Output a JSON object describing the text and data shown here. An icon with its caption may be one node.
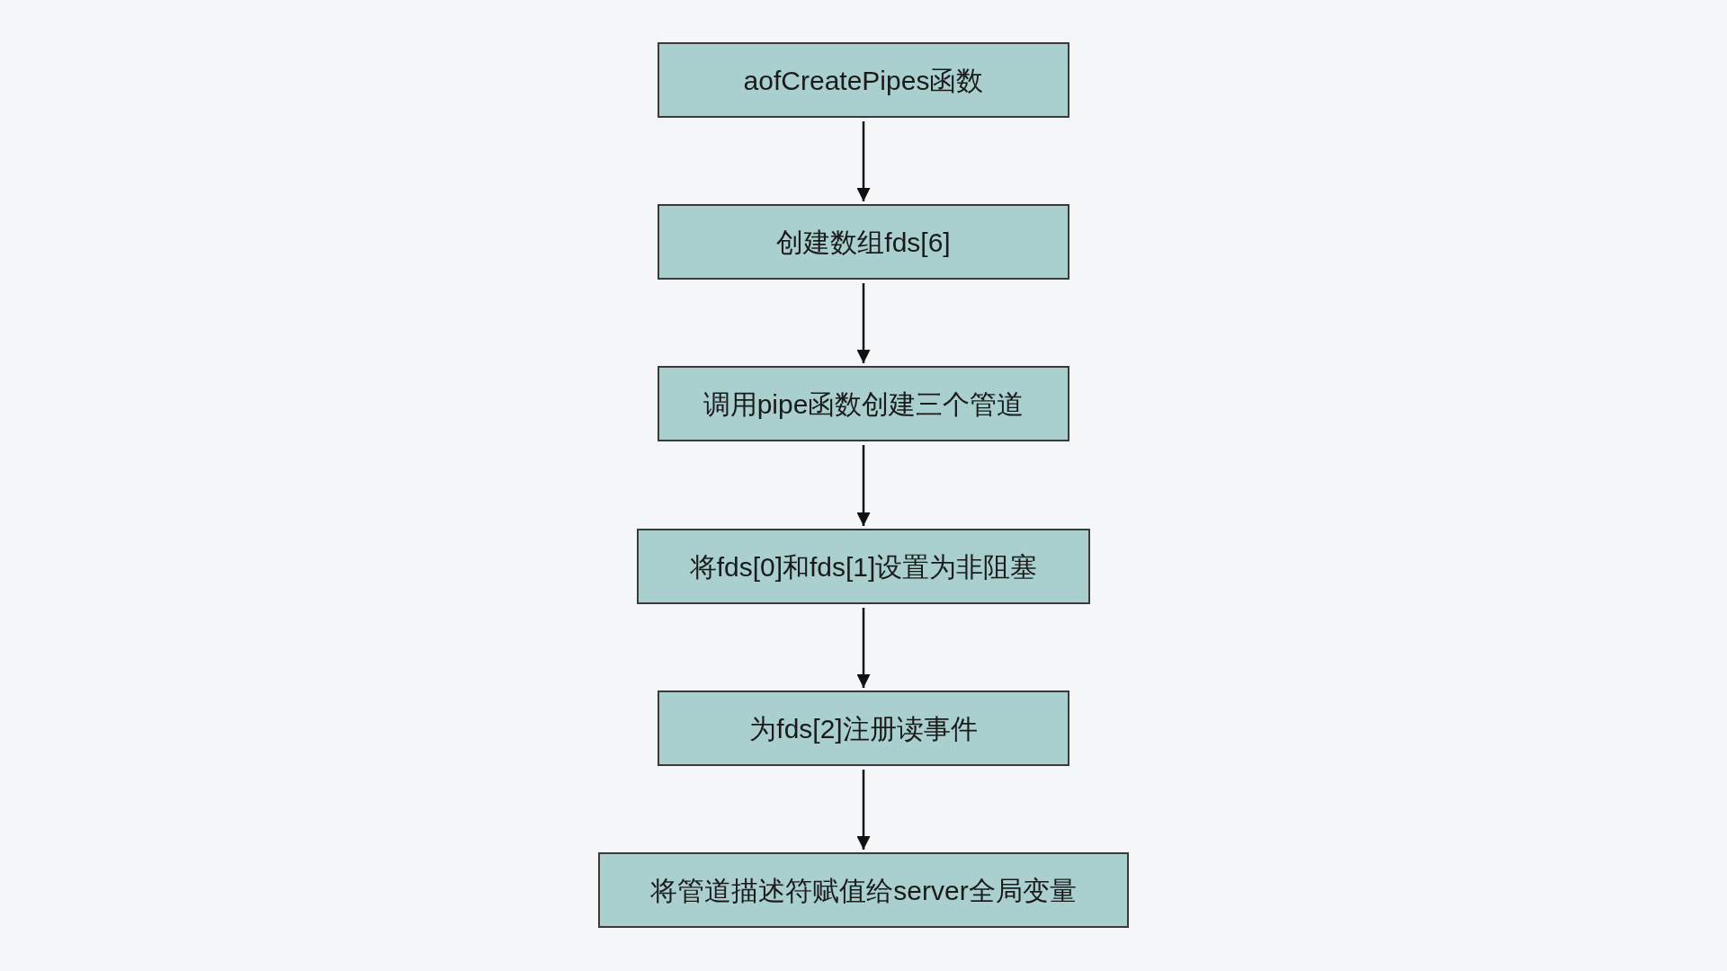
{
  "diagram": {
    "nodes": [
      {
        "text": [
          "aofCreatePipes函数"
        ]
      },
      {
        "text": [
          "创建数组fds[6]"
        ]
      },
      {
        "text": [
          "调用pipe函数创建三个管道"
        ]
      },
      {
        "text": [
          "将fds[0]和fds[1]设置为非阻塞"
        ]
      },
      {
        "text": [
          "为fds[2]注册读事件"
        ]
      },
      {
        "text": [
          "将管道描述符赋值给server全局变量"
        ]
      }
    ],
    "edges": [
      {
        "from": 0,
        "to": 1,
        "arrow": "to"
      },
      {
        "from": 1,
        "to": 2,
        "arrow": "to"
      },
      {
        "from": 2,
        "to": 3,
        "arrow": "to"
      },
      {
        "from": 3,
        "to": 4,
        "arrow": "to"
      },
      {
        "from": 4,
        "to": 5,
        "arrow": "to"
      }
    ]
  }
}
